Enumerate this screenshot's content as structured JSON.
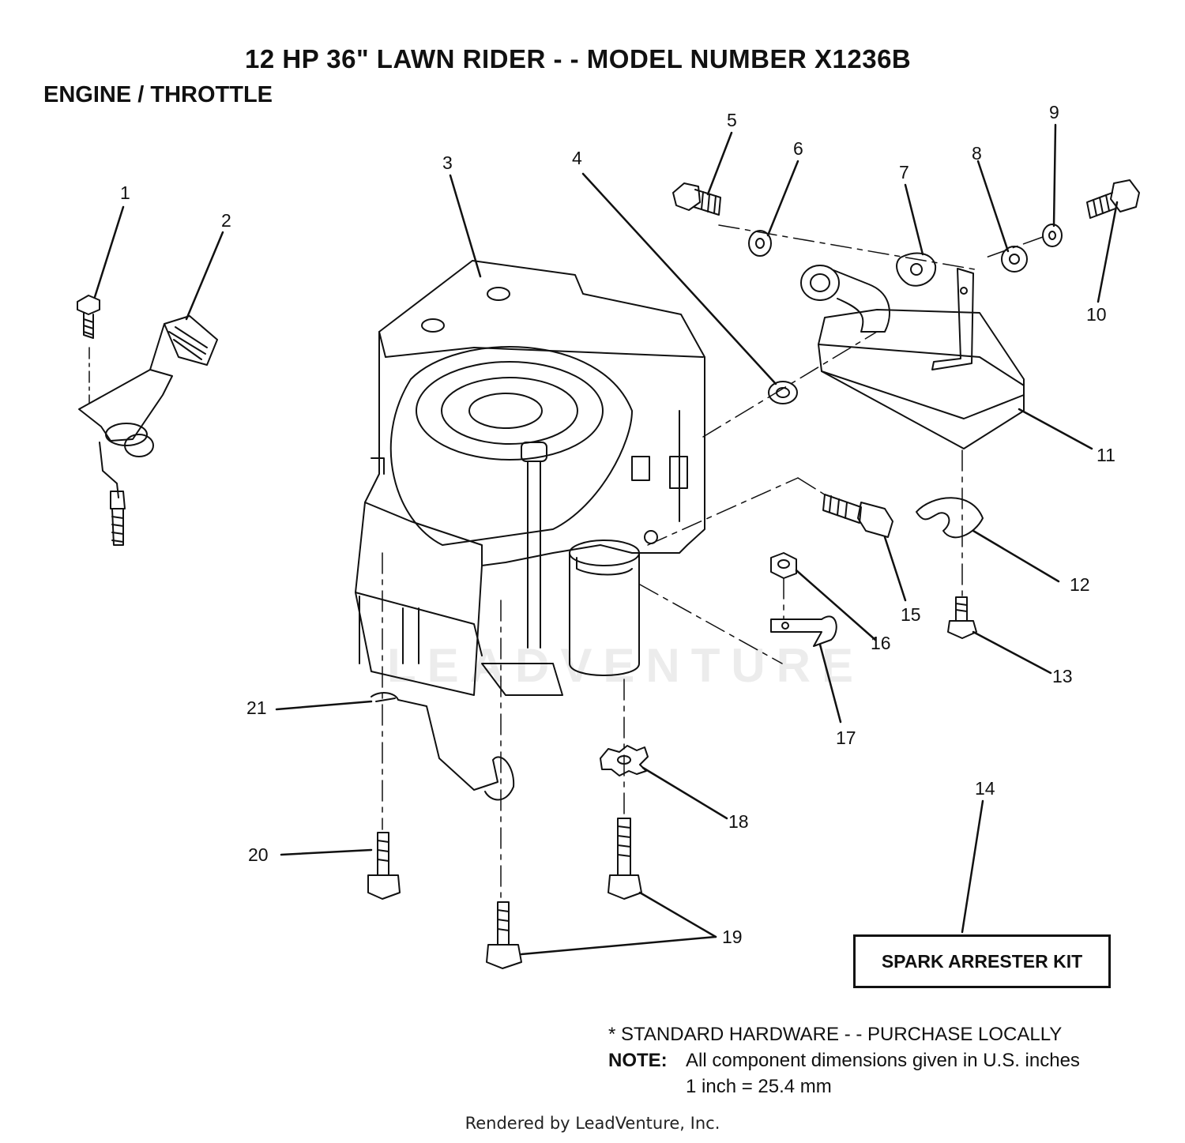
{
  "header": {
    "title": "12 HP 36\" LAWN RIDER - - MODEL NUMBER X1236B",
    "section": "ENGINE / THROTTLE"
  },
  "watermark": "LEADVENTURE",
  "callouts": [
    "1",
    "2",
    "3",
    "4",
    "5",
    "6",
    "7",
    "8",
    "9",
    "10",
    "11",
    "12",
    "13",
    "14",
    "15",
    "16",
    "17",
    "18",
    "19",
    "20",
    "21"
  ],
  "kit": {
    "label": "SPARK ARRESTER KIT"
  },
  "notes": {
    "standard_hardware": "* STANDARD HARDWARE - - PURCHASE LOCALLY",
    "note_label": "NOTE:",
    "note_text": "All component dimensions given in U.S. inches",
    "conversion": "1 inch = 25.4 mm"
  },
  "footer": "Rendered by LeadVenture, Inc.",
  "colors": {
    "ink": "#111111",
    "paper": "#ffffff",
    "watermark": "#ececec"
  }
}
